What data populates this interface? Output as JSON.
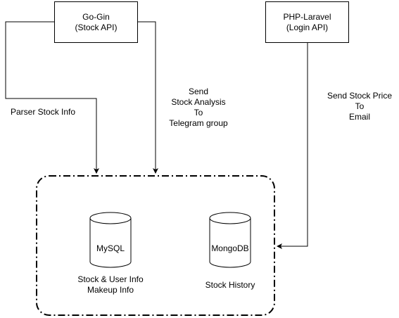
{
  "nodes": {
    "go_gin": {
      "line1": "Go-Gin",
      "line2": "(Stock API)"
    },
    "php_laravel": {
      "line1": "PHP-Laravel",
      "line2": "(Login API)"
    },
    "mysql": {
      "label": "MySQL"
    },
    "mongodb": {
      "label": "MongoDB"
    }
  },
  "edges": {
    "parser": {
      "text": "Parser Stock Info"
    },
    "telegram": {
      "line1": "Send",
      "line2": "Stock Analysis",
      "line3": "To",
      "line4": "Telegram group"
    },
    "email": {
      "line1": "Send Stock Price",
      "line2": "To",
      "line3": "Email"
    }
  },
  "captions": {
    "mysql": {
      "line1": "Stock & User Info",
      "line2": "Makeup Info"
    },
    "mongodb": {
      "line1": "Stock History"
    }
  },
  "colors": {
    "stroke": "#000000",
    "fill": "#ffffff"
  }
}
